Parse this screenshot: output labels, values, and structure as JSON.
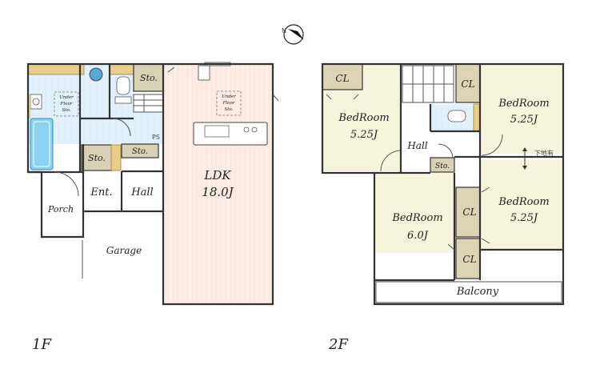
{
  "floor1": {
    "label": "1F",
    "rooms": {
      "ldk": "LDK",
      "ldk_size": "18.0J",
      "sto_top": "Sto.",
      "sto_left": "Sto.",
      "sto_mid": "Sto.",
      "ps": "PS",
      "ent": "Ent.",
      "hall": "Hall",
      "porch": "Porch",
      "garage": "Garage",
      "underfloor_wash": [
        "Under",
        "Floor",
        "Sto."
      ],
      "underfloor_ldk": [
        "Under",
        "Floor",
        "Sto."
      ]
    }
  },
  "floor2": {
    "label": "2F",
    "rooms": {
      "cl_tl": "CL",
      "cl_tr": "CL",
      "cl_mr1": "CL",
      "cl_mr2": "CL",
      "bed_tl": "BedRoom",
      "bed_tl_size": "5.25J",
      "bed_tr": "BedRoom",
      "bed_tr_size": "5.25J",
      "bed_bl": "BedRoom",
      "bed_bl_size": "6.0J",
      "bed_br": "BedRoom",
      "bed_br_size": "5.25J",
      "hall": "Hall",
      "sto": "Sto.",
      "balcony": "Balcony",
      "ground_note": "下地有"
    }
  },
  "colors": {
    "ldk_floor": "#fbece6",
    "wet_area": "#e3f1fb",
    "bedroom": "#f6f4dc",
    "closet": "#dcd4b5",
    "storage": "#d9d1b5",
    "bath": "#8ad3f4"
  },
  "compass": {
    "label": "N"
  }
}
